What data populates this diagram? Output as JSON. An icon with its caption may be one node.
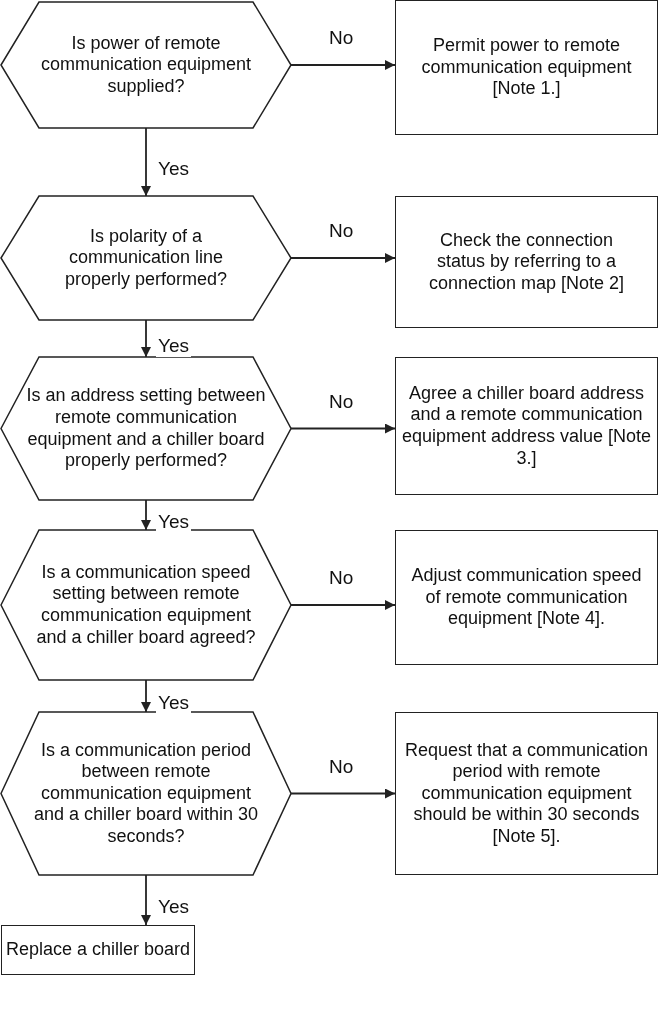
{
  "diagram": {
    "nodes": [
      {
        "text": [
          "Is power of remote communication equipment supplied?"
        ]
      },
      {
        "text": [
          "Permit power to remote communication equipment [Note 1.]"
        ]
      },
      {
        "text": [
          "Is polarity of a communication line properly performed?"
        ]
      },
      {
        "text": [
          "Check the connection status by referring to a connection map [Note 2]"
        ]
      },
      {
        "text": [
          "Is an address setting between remote communication equipment and a chiller board properly performed?"
        ]
      },
      {
        "text": [
          "Agree a chiller board address and a remote communication equipment address value [Note 3.]"
        ]
      },
      {
        "text": [
          "Is a communication speed setting between remote communication equipment and a chiller board agreed?"
        ]
      },
      {
        "text": [
          "Adjust communication speed of remote communication equipment [Note 4]."
        ]
      },
      {
        "text": [
          "Is a communication period between remote communication equipment and a chiller board within 30 seconds?"
        ]
      },
      {
        "text": [
          "Request that a communication period with remote communication equipment should be within 30 seconds [Note 5]."
        ]
      },
      {
        "text": [
          "Replace a chiller board"
        ]
      }
    ],
    "edges": [
      {
        "from": 0,
        "to": 1,
        "arrow": "to",
        "label": "No"
      },
      {
        "from": 0,
        "to": 2,
        "arrow": "to",
        "label": "Yes"
      },
      {
        "from": 2,
        "to": 3,
        "arrow": "to",
        "label": "No"
      },
      {
        "from": 2,
        "to": 4,
        "arrow": "to",
        "label": "Yes"
      },
      {
        "from": 4,
        "to": 5,
        "arrow": "to",
        "label": "No"
      },
      {
        "from": 4,
        "to": 6,
        "arrow": "to",
        "label": "Yes"
      },
      {
        "from": 6,
        "to": 7,
        "arrow": "to",
        "label": "No"
      },
      {
        "from": 6,
        "to": 8,
        "arrow": "to",
        "label": "Yes"
      },
      {
        "from": 8,
        "to": 9,
        "arrow": "to",
        "label": "No"
      },
      {
        "from": 8,
        "to": 10,
        "arrow": "to",
        "label": "Yes"
      }
    ]
  }
}
